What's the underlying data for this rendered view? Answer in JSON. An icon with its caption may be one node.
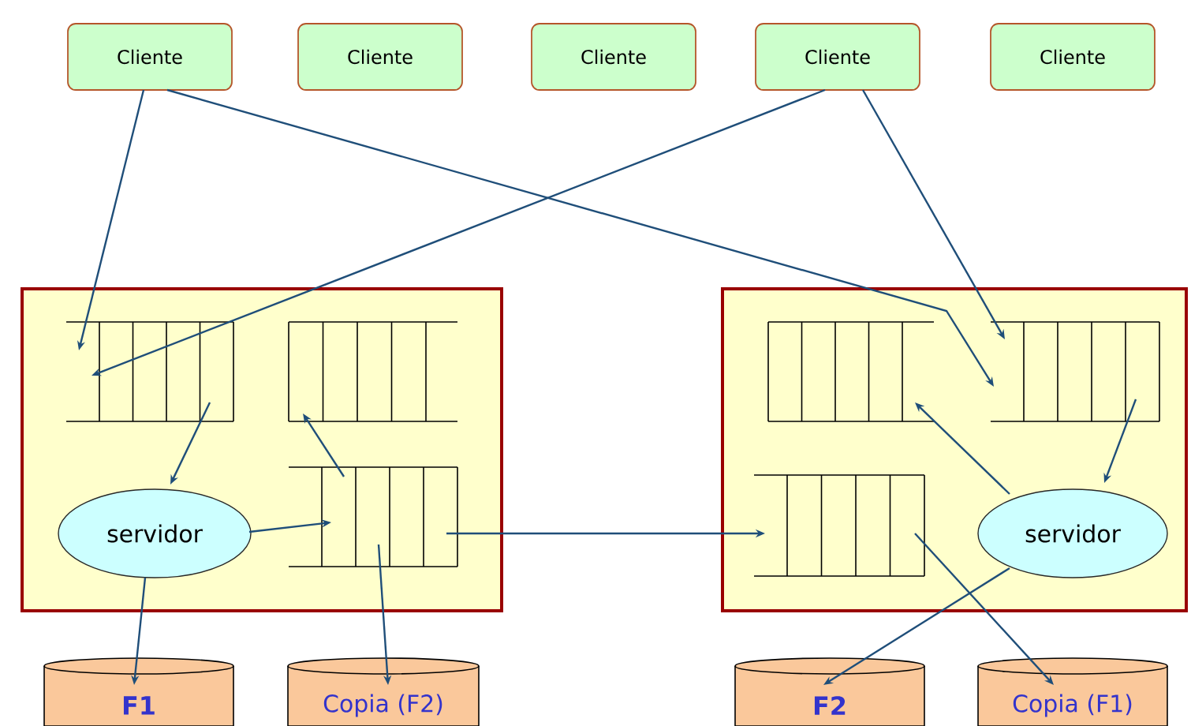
{
  "diagram": {
    "nodes": [
      {
        "text": [
          "Cliente"
        ]
      },
      {
        "text": [
          "Cliente"
        ]
      },
      {
        "text": [
          "Cliente"
        ]
      },
      {
        "text": [
          "Cliente"
        ]
      },
      {
        "text": [
          "Cliente"
        ]
      },
      {
        "text": [],
        "shape": "box"
      },
      {
        "text": [],
        "shape": "queue",
        "in": 5
      },
      {
        "text": [],
        "shape": "queue",
        "in": 5
      },
      {
        "text": [
          "servidor"
        ],
        "in": 5
      },
      {
        "text": [],
        "shape": "queue",
        "in": 5
      },
      {
        "text": [],
        "shape": "box"
      },
      {
        "text": [],
        "shape": "queue",
        "in": 10
      },
      {
        "text": [],
        "shape": "queue",
        "in": 10
      },
      {
        "text": [],
        "shape": "queue",
        "in": 10
      },
      {
        "text": [
          "servidor"
        ],
        "in": 10
      },
      {
        "text": [
          "F1"
        ]
      },
      {
        "text": [
          "Copia (F2)"
        ]
      },
      {
        "text": [
          "F2"
        ]
      },
      {
        "text": [
          "Copia (F1)"
        ]
      }
    ],
    "edges": [
      {
        "from": 0,
        "to": 6,
        "arrow": "to"
      },
      {
        "from": 0,
        "to": 12,
        "arrow": "to"
      },
      {
        "from": 3,
        "to": 6,
        "arrow": "to"
      },
      {
        "from": 3,
        "to": 12,
        "arrow": "to"
      },
      {
        "from": 6,
        "to": 8,
        "arrow": "to"
      },
      {
        "from": 8,
        "to": 9,
        "arrow": "to"
      },
      {
        "from": 9,
        "to": 7,
        "arrow": "to"
      },
      {
        "from": 9,
        "to": 13,
        "arrow": "to"
      },
      {
        "from": 9,
        "to": 16,
        "arrow": "to"
      },
      {
        "from": 8,
        "to": 15,
        "arrow": "to"
      },
      {
        "from": 14,
        "to": 11,
        "arrow": "to"
      },
      {
        "from": 12,
        "to": 14,
        "arrow": "to"
      },
      {
        "from": 14,
        "to": 17,
        "arrow": "to"
      },
      {
        "from": 13,
        "to": 18,
        "arrow": "to"
      }
    ]
  }
}
